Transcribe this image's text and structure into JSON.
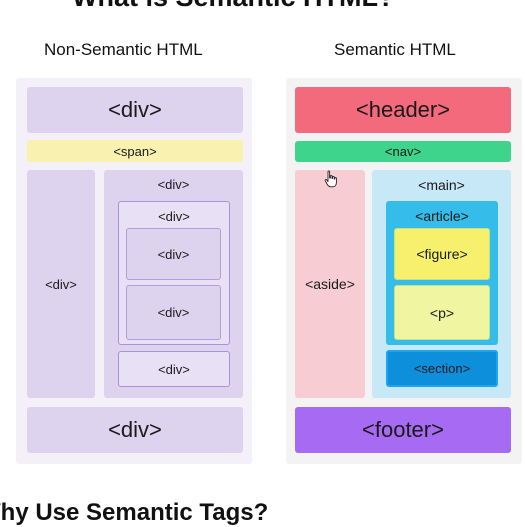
{
  "heading": "What is Semantic HTML?",
  "subheading": "Why Use Semantic Tags?",
  "non_semantic": {
    "title": "Non-Semantic HTML",
    "top_div": "<div>",
    "span": "<span>",
    "left_div": "<div>",
    "right_div": "<div>",
    "nested_div": "<div>",
    "inner_div_1": "<div>",
    "inner_div_2": "<div>",
    "bottom_inner_div": "<div>",
    "bottom_div": "<div>"
  },
  "semantic": {
    "title": "Semantic HTML",
    "header": "<header>",
    "nav": "<nav>",
    "aside": "<aside>",
    "main": "<main>",
    "article": "<article>",
    "figure": "<figure>",
    "p": "<p>",
    "section": "<section>",
    "footer": "<footer>"
  },
  "cursor_icon": "hand-pointer-icon",
  "colors": {
    "header": "#f26a7b",
    "nav": "#3fd48c",
    "aside": "#f7cdd3",
    "main": "#c7e8f6",
    "article": "#35bce8",
    "figure": "#f6f06d",
    "p": "#eff5a0",
    "section": "#0d8fdc",
    "footer": "#a66af3",
    "non_semantic_block": "#ddd3ee",
    "span": "#f8f1b0"
  }
}
